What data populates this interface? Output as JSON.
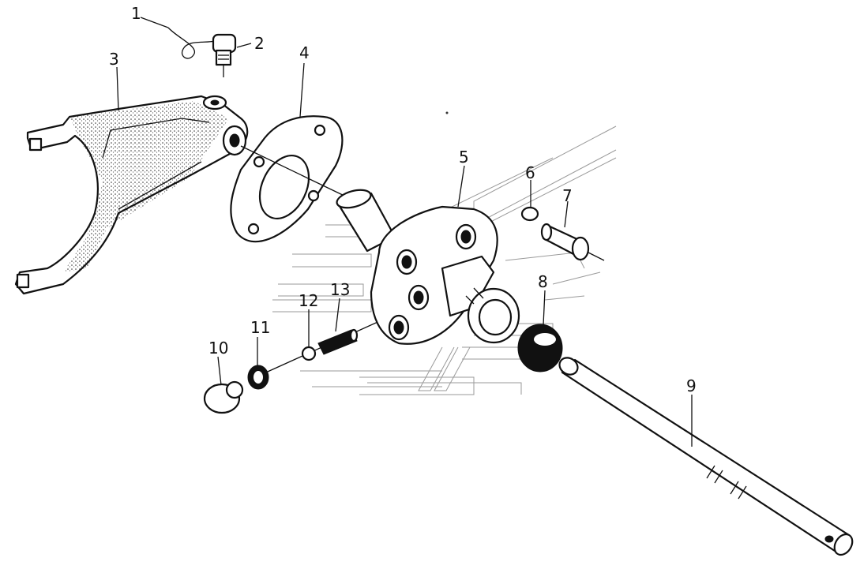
{
  "parts": [
    {
      "id": "part-1",
      "label": "1"
    },
    {
      "id": "part-2",
      "label": "2"
    },
    {
      "id": "part-3",
      "label": "3"
    },
    {
      "id": "part-4",
      "label": "4"
    },
    {
      "id": "part-5",
      "label": "5"
    },
    {
      "id": "part-6",
      "label": "6"
    },
    {
      "id": "part-7",
      "label": "7"
    },
    {
      "id": "part-8",
      "label": "8"
    },
    {
      "id": "part-9",
      "label": "9"
    },
    {
      "id": "part-10",
      "label": "10"
    },
    {
      "id": "part-11",
      "label": "11"
    },
    {
      "id": "part-12",
      "label": "12"
    },
    {
      "id": "part-13",
      "label": "13"
    }
  ]
}
